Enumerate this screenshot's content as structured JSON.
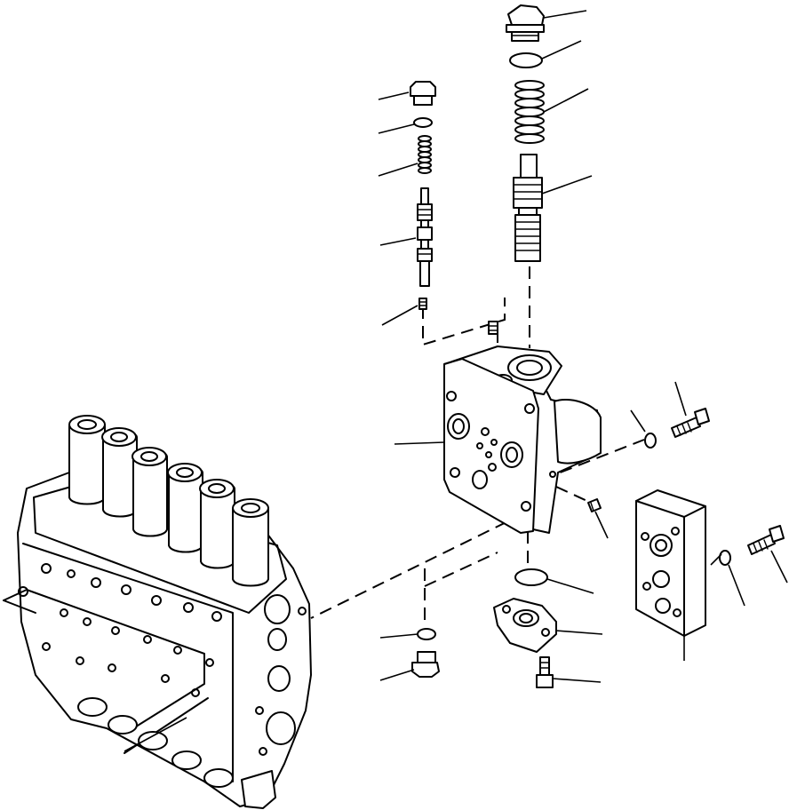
{
  "diagram": {
    "parts": [
      {
        "name": "plug-top"
      },
      {
        "name": "o-ring-top"
      },
      {
        "name": "spring-large"
      },
      {
        "name": "valve-spool"
      },
      {
        "name": "plug-small"
      },
      {
        "name": "o-ring-small"
      },
      {
        "name": "spring-small"
      },
      {
        "name": "poppet-assembly"
      },
      {
        "name": "set-screw"
      },
      {
        "name": "valve-block"
      },
      {
        "name": "washer-right"
      },
      {
        "name": "bolt-right"
      },
      {
        "name": "set-screw-side"
      },
      {
        "name": "cover-plate"
      },
      {
        "name": "washer-far-right"
      },
      {
        "name": "bolt-far-right"
      },
      {
        "name": "o-ring-bottom"
      },
      {
        "name": "flange"
      },
      {
        "name": "bolt-bottom"
      },
      {
        "name": "o-ring-lower-left"
      },
      {
        "name": "plug-lower-left"
      },
      {
        "name": "main-control-valve"
      }
    ]
  }
}
